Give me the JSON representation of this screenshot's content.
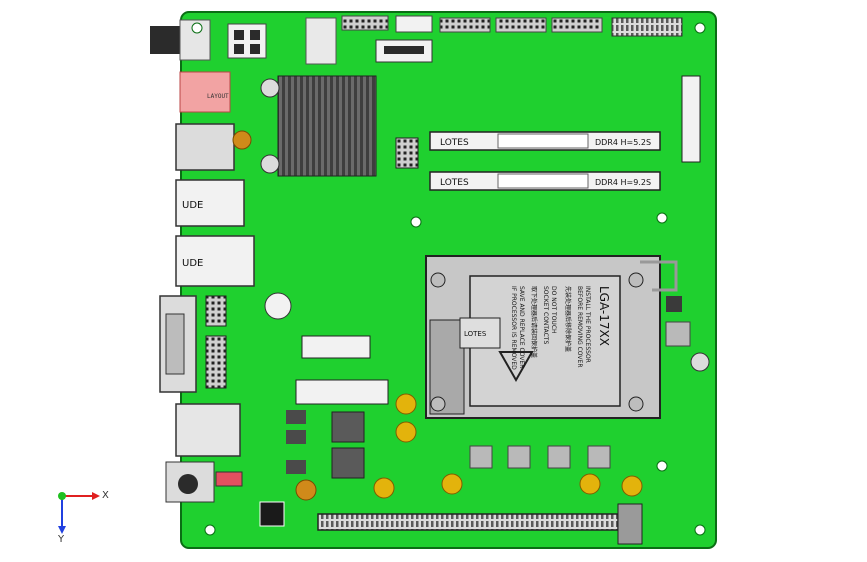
{
  "viewport": {
    "title": ""
  },
  "colors": {
    "pcb": "#1fd02f",
    "pcb_edge": "#0a6e14",
    "component_gray": "#b9b9b9",
    "component_dark": "#2b2b2b",
    "gold": "#d9a60c",
    "orange_cap": "#d08a1a",
    "white_connector": "#f2f2f2",
    "heatsink": "#5a5a5a"
  },
  "labels": {
    "ddr_slot_1": "DDR4 H=5.2S",
    "ddr_slot_1_brand": "LOTES",
    "ddr_slot_2": "DDR4 H=9.2S",
    "ddr_slot_2_brand": "LOTES",
    "usb_port_1": "UDE",
    "usb_port_2": "UDE",
    "socket_model": "LGA-17XX",
    "socket_note_1": "INSTALL THE PROCESSOR",
    "socket_note_2": "BEFORE REMOVING COVER",
    "socket_note_3": "DO NOT TOUCH",
    "socket_note_4": "SOCKET CONTACTS",
    "socket_note_5": "SAVE AND REPLACE COVER",
    "socket_note_6": "IF PROCESSOR IS REMOVED",
    "socket_cjk_1": "先装处理器后移除保护盖",
    "socket_cjk_2": "取下处理器后请装回保护盖",
    "socket_brand": "LOTES",
    "usb_chip": "LAYOUT"
  },
  "axes": {
    "x_label": "X",
    "y_label": "Y",
    "x_color": "#e02020",
    "y_color": "#2040e0",
    "z_color": "#20c020"
  }
}
